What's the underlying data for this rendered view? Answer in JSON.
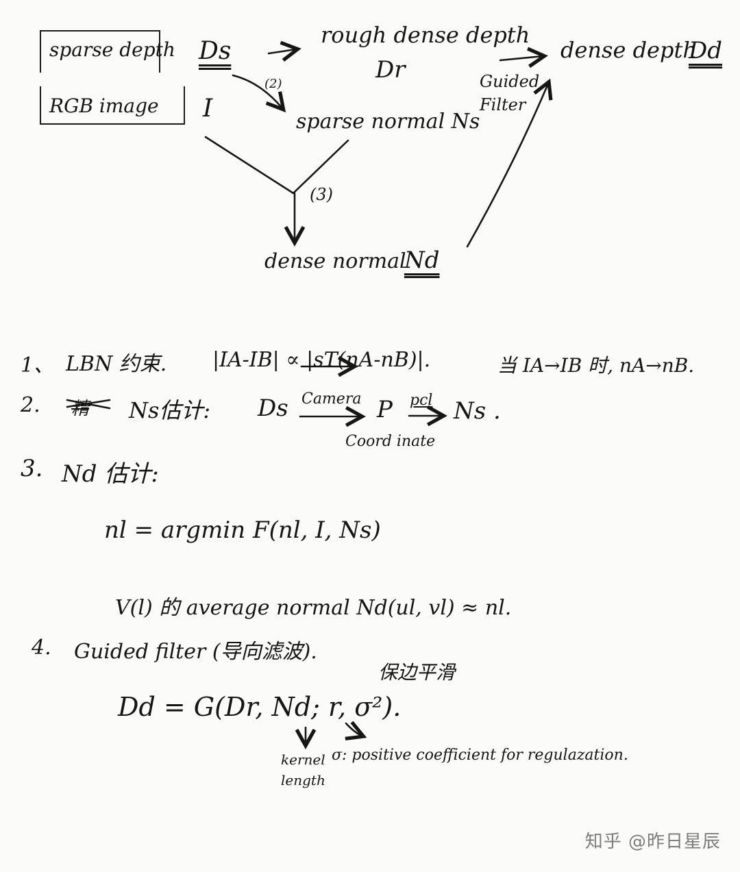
{
  "diagram": {
    "sparse_depth": "sparse depth",
    "ds_symbol": "Ds",
    "rgb_image": "RGB image",
    "i_symbol": "I",
    "rough_dense_depth": "rough dense depth",
    "dr_symbol": "Dr",
    "dense_depth": "dense depth",
    "dd_symbol": "Dd",
    "guided_filter": "Guided Filter",
    "step2_marker": "(2)",
    "sparse_normal": "sparse normal Ns",
    "step3_marker": "(3)",
    "dense_normal": "dense normal",
    "nd_symbol": "Nd"
  },
  "notes": {
    "n1_index": "1、",
    "n1_text": "LBN 约束.",
    "n1_formula": "|IA-IB| ∝ |sT(nA-nB)|.",
    "n1_condition": "当 IA→IB 时, nA→nB.",
    "n2_index": "2.",
    "n2_struck": "精",
    "n2_text": "Ns估计:",
    "n2_ds": "Ds",
    "n2_camera": "Camera",
    "n2_coordinate": "Coord inate",
    "n2_p": "P",
    "n2_pcl": "pcl",
    "n2_ns": "Ns .",
    "n3_index": "3.",
    "n3_text": "Nd 估计:",
    "n3_formula": "nl = argmin F(nl, I, Ns)",
    "n3_average": "V(l) 的 average normal Nd(ul, vl) ≈ nl.",
    "n4_index": "4.",
    "n4_text": "Guided filter (导向滤波).",
    "n4_keep_edge": "保边平滑",
    "n4_formula": "Dd = G(Dr, Nd; r, σ²).",
    "n4_kernel": "kernel length",
    "n4_sigma": "σ: positive coefficient for regulazation."
  },
  "watermark": "知乎 @昨日星辰"
}
